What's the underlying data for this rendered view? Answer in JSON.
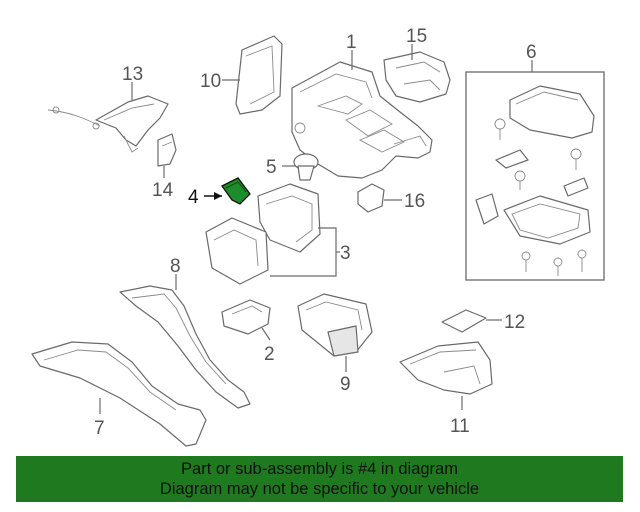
{
  "colors": {
    "banner": "#1f7a1f",
    "highlight_part": "#1e8c2a",
    "line": "#6a6a6a",
    "callout_text": "#555555"
  },
  "callouts": [
    {
      "id": "1",
      "label": "1"
    },
    {
      "id": "2",
      "label": "2"
    },
    {
      "id": "3",
      "label": "3"
    },
    {
      "id": "4",
      "label": "4",
      "highlighted": true
    },
    {
      "id": "5",
      "label": "5"
    },
    {
      "id": "6",
      "label": "6"
    },
    {
      "id": "7",
      "label": "7"
    },
    {
      "id": "8",
      "label": "8"
    },
    {
      "id": "9",
      "label": "9"
    },
    {
      "id": "10",
      "label": "10"
    },
    {
      "id": "11",
      "label": "11"
    },
    {
      "id": "12",
      "label": "12"
    },
    {
      "id": "13",
      "label": "13"
    },
    {
      "id": "14",
      "label": "14"
    },
    {
      "id": "15",
      "label": "15"
    },
    {
      "id": "16",
      "label": "16"
    }
  ],
  "banner": {
    "line1": "Part or sub-assembly is #4 in diagram",
    "line2": "Diagram may not be specific to your vehicle"
  }
}
